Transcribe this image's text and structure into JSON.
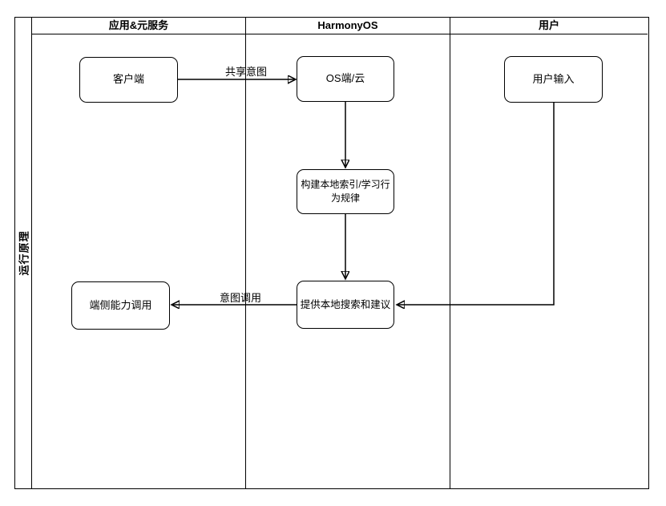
{
  "diagram": {
    "pool_title": "运行原理",
    "lanes": [
      {
        "id": "app-services",
        "label": "应用&元服务"
      },
      {
        "id": "harmonyos",
        "label": "HarmonyOS"
      },
      {
        "id": "user",
        "label": "用户"
      }
    ],
    "nodes": [
      {
        "id": "client",
        "lane": "app-services",
        "label": "客户端"
      },
      {
        "id": "os-cloud",
        "lane": "harmonyos",
        "label": "OS端/云"
      },
      {
        "id": "user-input",
        "lane": "user",
        "label": "用户输入"
      },
      {
        "id": "build-index",
        "lane": "harmonyos",
        "label": "构建本地索引/学习行为规律"
      },
      {
        "id": "local-search",
        "lane": "harmonyos",
        "label": "提供本地搜索和建议"
      },
      {
        "id": "device-capability",
        "lane": "app-services",
        "label": "端侧能力调用"
      }
    ],
    "edges": [
      {
        "id": "share-intent",
        "from": "客户端",
        "to": "OS端/云",
        "label": "共享意图"
      },
      {
        "id": "os-to-index",
        "from": "OS端/云",
        "to": "构建本地索引/学习行为规律",
        "label": ""
      },
      {
        "id": "index-to-search",
        "from": "构建本地索引/学习行为规律",
        "to": "提供本地搜索和建议",
        "label": ""
      },
      {
        "id": "userinput-to-search",
        "from": "用户输入",
        "to": "提供本地搜索和建议",
        "label": ""
      },
      {
        "id": "intent-call",
        "from": "提供本地搜索和建议",
        "to": "端侧能力调用",
        "label": "意图调用"
      }
    ],
    "colors": {
      "stroke": "#000000",
      "background": "#ffffff"
    }
  }
}
